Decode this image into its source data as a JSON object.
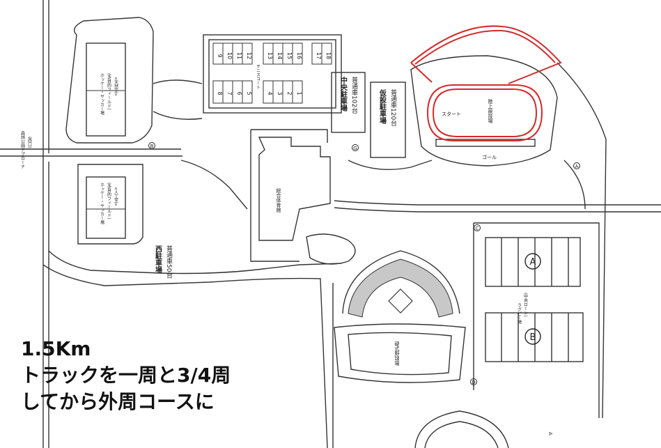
{
  "caption": {
    "distance": "1.5Km",
    "line1": "トラックを一周と3/4周",
    "line2": "してから外周コースに"
  },
  "labels": {
    "forest_approach": "森林公園アプローチ",
    "west_gate": "(西口)",
    "hockey1": "ホッケー・サッカー場",
    "hockey1_sub": "(多目的フィールド)",
    "hockey1_turf": "<天然芝>",
    "hockey2": "ホッケー・サッカー場",
    "hockey2_sub": "(多目的フィールド)",
    "hockey2_turf": "<人工芝>",
    "tennis": "テニスコート",
    "central_parking": "中央駐車場",
    "central_parking_count": "普通車102台",
    "temp_parking": "仮設駐車場",
    "temp_parking_count": "普通車120台",
    "west_parking": "西駐車場",
    "west_parking_count": "普通車50台",
    "stadium": "陸上競技場",
    "start": "スタート",
    "goal": "ゴール",
    "gym": "総合体育館",
    "baseball": "硬式野球場",
    "rugby": "ラグビー場",
    "rugby_sub": "(中央ローン)",
    "field_a": "A",
    "field_b": "B",
    "side_a": "A",
    "toilet_a": "A",
    "toilet_b": "B",
    "toilet_c": "C",
    "toilet_d": "D",
    "toilet_g": "G",
    "court_nums": [
      "9",
      "10",
      "11",
      "12",
      "13",
      "14",
      "15",
      "16",
      "17",
      "18",
      "8",
      "7",
      "6",
      "5",
      "4",
      "3",
      "2",
      "1"
    ]
  },
  "colors": {
    "route": "#d42a2a",
    "line": "#333333",
    "seats": "#c8c8c8"
  }
}
